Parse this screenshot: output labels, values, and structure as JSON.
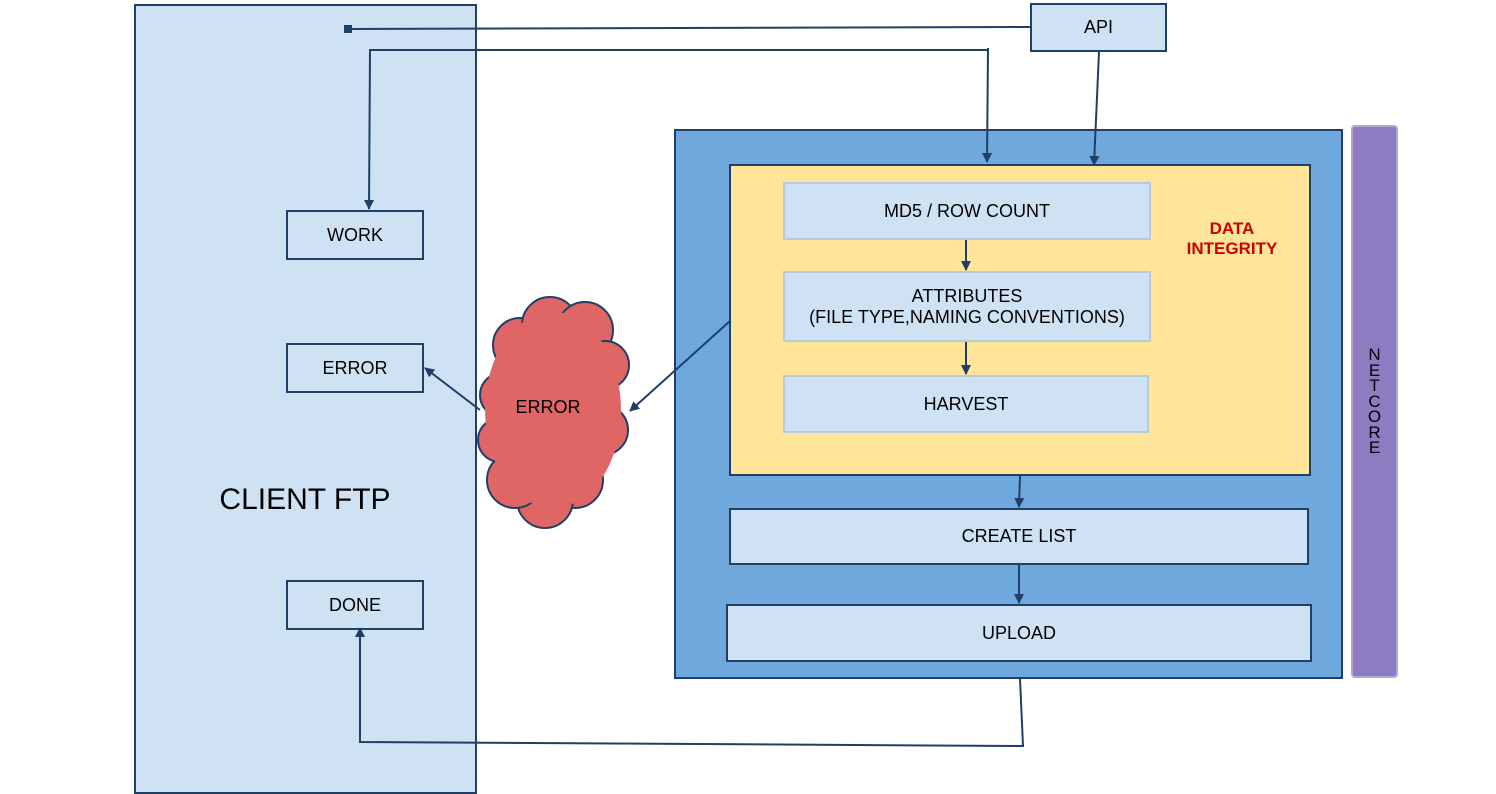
{
  "client_ftp": {
    "title": "CLIENT FTP",
    "work": "WORK",
    "error": "ERROR",
    "done": "DONE"
  },
  "api": {
    "label": "API"
  },
  "error_cloud": {
    "label": "ERROR"
  },
  "data_integrity": {
    "label_line1": "DATA",
    "label_line2": "INTEGRITY",
    "steps": {
      "md5": "MD5 / ROW COUNT",
      "attributes_line1": "ATTRIBUTES",
      "attributes_line2": "(FILE TYPE,NAMING CONVENTIONS)",
      "harvest": "HARVEST"
    }
  },
  "create_list": "CREATE LIST",
  "upload": "UPLOAD",
  "netcore": {
    "letters": [
      "N",
      "E",
      "T",
      "C",
      "O",
      "R",
      "E"
    ]
  },
  "colors": {
    "light_blue": "#cfe2f3",
    "mid_blue": "#6fa8dc",
    "yellow": "#ffe599",
    "purple": "#8e7cc3",
    "cloud_red": "#e06666",
    "label_red": "#cc0000",
    "line_navy": "#1f3f66"
  }
}
